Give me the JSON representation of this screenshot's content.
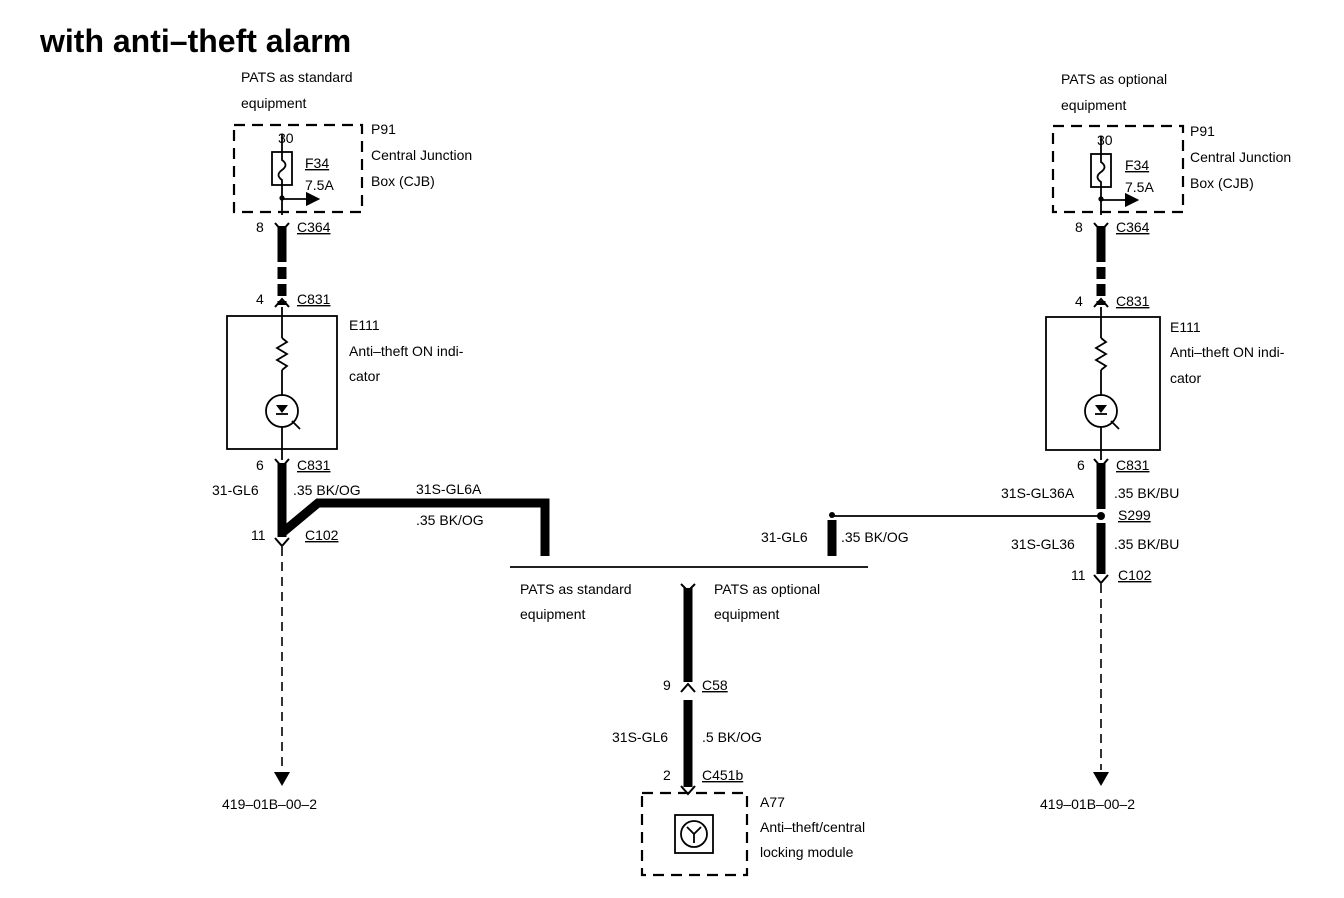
{
  "title": "with anti–theft alarm",
  "left": {
    "pats_note_1": "PATS as standard",
    "pats_note_2": "equipment",
    "fuse_pin": "30",
    "fuse_name": "F34",
    "fuse_rating": "7.5A",
    "cjb_id": "P91",
    "cjb_name_1": "Central Junction",
    "cjb_name_2": "Box (CJB)",
    "c364_pin": "8",
    "c364": "C364",
    "c831_top_pin": "4",
    "c831_top": "C831",
    "e111_id": "E111",
    "e111_name_1": "Anti–theft ON indi-",
    "e111_name_2": "cator",
    "c831_bot_pin": "6",
    "c831_bot": "C831",
    "wire_code": "31-GL6",
    "wire_spec": ".35 BK/OG",
    "c102_pin": "11",
    "c102": "C102",
    "ref": "419–01B–00–2"
  },
  "middle": {
    "branch_a_code": "31S-GL6A",
    "branch_a_spec": ".35 BK/OG",
    "branch_b_code": "31-GL6",
    "branch_b_spec": ".35 BK/OG",
    "std_1": "PATS as standard",
    "std_2": "equipment",
    "opt_1": "PATS as optional",
    "opt_2": "equipment",
    "c58_pin": "9",
    "c58": "C58",
    "wire_code": "31S-GL6",
    "wire_spec": ".5 BK/OG",
    "c451b_pin": "2",
    "c451b": "C451b",
    "a77_id": "A77",
    "a77_name_1": "Anti–theft/central",
    "a77_name_2": "locking module"
  },
  "right": {
    "pats_note_1": "PATS as optional",
    "pats_note_2": "equipment",
    "fuse_pin": "30",
    "fuse_name": "F34",
    "fuse_rating": "7.5A",
    "cjb_id": "P91",
    "cjb_name_1": "Central Junction",
    "cjb_name_2": "Box (CJB)",
    "c364_pin": "8",
    "c364": "C364",
    "c831_top_pin": "4",
    "c831_top": "C831",
    "e111_id": "E111",
    "e111_name_1": "Anti–theft ON indi-",
    "e111_name_2": "cator",
    "c831_bot_pin": "6",
    "c831_bot": "C831",
    "wire_code_a": "31S-GL36A",
    "wire_spec_a": ".35 BK/BU",
    "splice": "S299",
    "wire_code_b": "31S-GL36",
    "wire_spec_b": ".35 BK/BU",
    "c102_pin": "11",
    "c102": "C102",
    "ref": "419–01B–00–2"
  }
}
